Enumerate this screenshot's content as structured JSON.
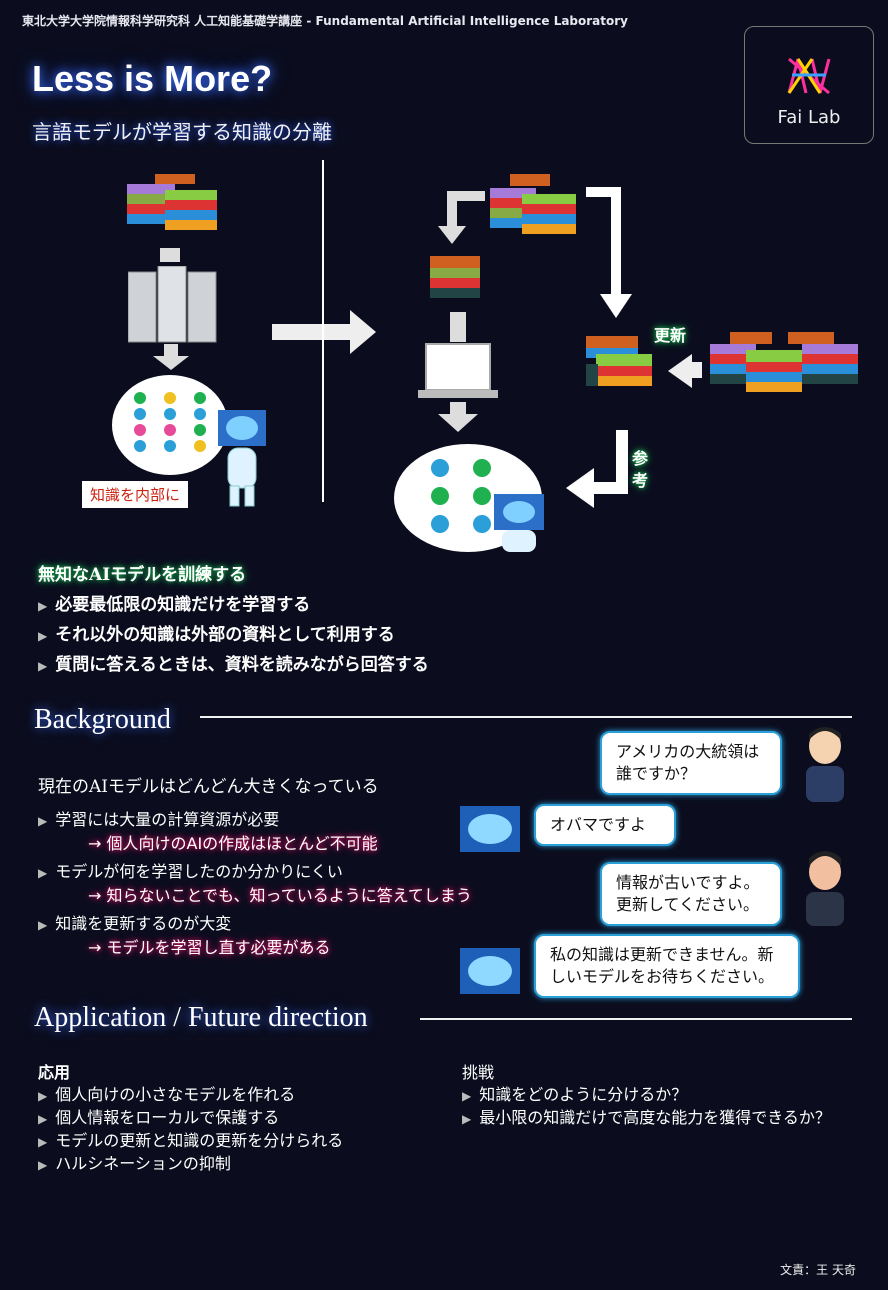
{
  "header": "東北大学大学院情報科学研究科 人工知能基礎学講座 - Fundamental Artificial Intelligence Laboratory",
  "title": "Less is More?",
  "subtitle": "言語モデルが学習する知識の分離",
  "logo": {
    "text": "Fai Lab"
  },
  "diagram": {
    "internal_tag": "知識を内部に",
    "update_label": "更新",
    "refer_label": "参考"
  },
  "intro": {
    "heading": "無知なAIモデルを訓練する",
    "bullets": [
      "必要最低限の知識だけを学習する",
      "それ以外の知識は外部の資料として利用する",
      "質問に答えるときは、資料を読みながら回答する"
    ]
  },
  "background": {
    "title": "Background",
    "lead": "現在のAIモデルはどんどん大きくなっている",
    "items": [
      {
        "point": "学習には大量の計算資源が必要",
        "consequence": "→ 個人向けのAIの作成はほとんど不可能"
      },
      {
        "point": "モデルが何を学習したのか分かりにくい",
        "consequence": "→ 知らないことでも、知っているように答えてしまう"
      },
      {
        "point": "知識を更新するのが大変",
        "consequence": "→ モデルを学習し直す必要がある"
      }
    ],
    "chat": [
      "アメリカの大統領は誰ですか？",
      "オバマですよ",
      "情報が古いですよ。更新してください。",
      "私の知識は更新できません。新しいモデルをお待ちください。"
    ]
  },
  "application": {
    "title": "Application / Future direction",
    "apps_heading": "応用",
    "apps": [
      "個人向けの小さなモデルを作れる",
      "個人情報をローカルで保護する",
      "モデルの更新と知識の更新を分けられる",
      "ハルシネーションの抑制"
    ],
    "challenges_heading": "挑戦",
    "challenges": [
      "知識をどのように分けるか？",
      "最小限の知識だけで高度な能力を獲得できるか？"
    ]
  },
  "credit": "文責：王 天奇",
  "colors": {
    "background": "#0b0d1e",
    "accent_blue": "#2a9fd8",
    "glow_green": "#19a84a",
    "glow_pink": "#d01060"
  }
}
